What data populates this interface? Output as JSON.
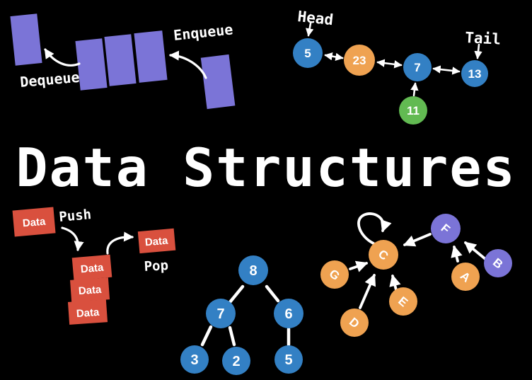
{
  "title": "Data Structures",
  "colors": {
    "background": "#000000",
    "purple": "#7b74d7",
    "blue": "#3380c4",
    "orange": "#efa251",
    "green": "#62ba52",
    "red": "#d9503e",
    "title_text": "#f3f2ef"
  },
  "queue": {
    "enqueue_label": "Enqueue",
    "dequeue_label": "Dequeue"
  },
  "linked_list": {
    "head_label": "Head",
    "tail_label": "Tail",
    "nodes": [
      {
        "value": "5"
      },
      {
        "value": "23"
      },
      {
        "value": "7"
      },
      {
        "value": "13"
      },
      {
        "value": "11"
      }
    ]
  },
  "stack": {
    "push_label": "Push",
    "pop_label": "Pop",
    "box_label": "Data"
  },
  "tree": {
    "nodes": [
      {
        "value": "8"
      },
      {
        "value": "7"
      },
      {
        "value": "6"
      },
      {
        "value": "3"
      },
      {
        "value": "2"
      },
      {
        "value": "5"
      }
    ]
  },
  "graph": {
    "nodes": [
      {
        "value": "C"
      },
      {
        "value": "G"
      },
      {
        "value": "D"
      },
      {
        "value": "E"
      },
      {
        "value": "F"
      },
      {
        "value": "A"
      },
      {
        "value": "B"
      }
    ]
  }
}
